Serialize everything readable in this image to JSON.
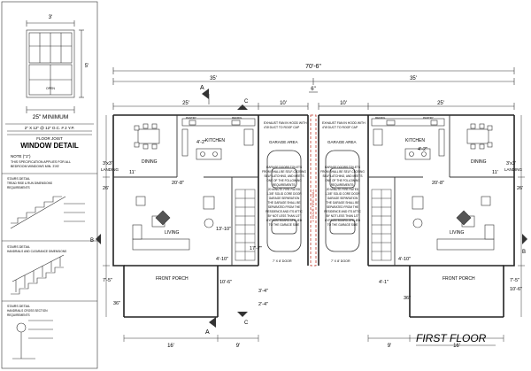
{
  "window_detail": {
    "width_dim": "3'",
    "height_dim": "5'",
    "open_label": "OPEN",
    "min_label": "25\" MINIMUM",
    "joist_note": "2\" X 12\" @ 12\" O.C. # 2 Y.P.",
    "joist_note2": "FLOOR JOIST",
    "title": "WINDOW DETAIL",
    "note_heading": "NOTE (\"1\")",
    "note_line1": "THIS SPECIFICATION APPLIES FOR ALL",
    "note_line2": "BEDROOM WINDOWS MIN. 3'X5'"
  },
  "stair_details": {
    "detail1_title": "STAIRS DETAIL",
    "detail1_sub": "TREAD RISE & RUN DIMENSIONS",
    "detail1_sub2": "REQUIREMENTS",
    "detail2_title": "STAIRS DETAIL",
    "detail2_sub": "HANDRAILS AND CLEARANCE DIMENSIONS",
    "detail3_title": "STAIRS DETAIL",
    "detail3_sub": "HANDRAILS CROSS SECTION",
    "detail3_sub2": "REQUIREMENTS"
  },
  "dimensions": {
    "overall": "70'-6\"",
    "left_width": "35'",
    "right_width": "35'",
    "center": "6\"",
    "left_dining": "25'",
    "right_dining": "25'",
    "left_garage": "10'",
    "right_garage": "10'",
    "kitchen_to_dining": "4'-2\"",
    "kitchen_to_dining_r": "4'-2\"",
    "landing_left": "3'x3'",
    "landing_left_label": "LANDING",
    "landing_right": "3'x3'",
    "landing_right_label": "LANDING",
    "dim_11_left": "11'",
    "dim_11_right": "11'",
    "dim_26_left": "26'",
    "dim_26_right": "26'",
    "dim_20_8": "20'-8\"",
    "dim_20_8_r": "20'-8\"",
    "dim_13_10": "13'-10\"",
    "dim_17_7": "17'-7\"",
    "dim_4_10": "4'-10\"",
    "dim_4_10_r": "4'-10\"",
    "dim_7_5": "7'-5\"",
    "dim_7_5_r": "7'-5\"",
    "dim_10_6": "10'-6\"",
    "dim_10_6_r": "10'-6\"",
    "dim_4_1": "4'-1\"",
    "dim_3_4": "3'-4\"",
    "dim_2_4": "2'-4\"",
    "dim_36": "36\"",
    "dim_36_r": "36\"",
    "bottom_left_16": "16'",
    "bottom_left_9": "9'",
    "bottom_right_9": "9'",
    "bottom_right_16": "16'"
  },
  "rooms": {
    "dining_left": "DINING",
    "dining_right": "DINING",
    "kitchen_left": "KITCHEN",
    "kitchen_right": "KITCHEN",
    "living_left": "LIVING",
    "living_right": "LIVING",
    "garage_left": "GARAGE AREA",
    "garage_right": "GARAGE AREA",
    "porch_left": "FRONT PORCH",
    "porch_right": "FRONT PORCH",
    "pantry_left": "PANTRY",
    "pantry_right": "PANTRY",
    "refrig_left": "REFRIG",
    "refrig_right": "REFRIG",
    "exhaust_left": "EXHAUST FAN IN HOOD WITH",
    "exhaust_left2": "4\"Ø DUCT TO ROOF CAP",
    "exhaust_right": "EXHAUST FAN IN HOOD WITH",
    "exhaust_right2": "4\"Ø DUCT TO ROOF CAP",
    "garage_door_left": "7' X 8' DOOR",
    "garage_door_right": "7' X 8' DOOR",
    "fire_wall": "2 HOUR FIRE WALL"
  },
  "garage_notes": {
    "left": [
      "GARAGE DOORS TOILETS",
      "FROM SHALL BE SELF-CLOSING",
      "SELF LATCHING, AND MEETS",
      "ONE OF THE FOLLOWING",
      "REQUIREMENTS:",
      "20 MINUTE FIRE RATED",
      "1-3/8\" SOLID CORE DOOR",
      "GARAGE SEPARATION",
      "THE GARAGE SHALL BE",
      "SEPARATED FROM THE",
      "RESIDENCE AND ITS ATTIC",
      "BY NOT LESS THAN 1/2\"",
      "GYPSUM BOARD APPLIED",
      "TO THE GARAGE SIDE"
    ],
    "right": [
      "GARAGE DOORS TOILETS",
      "FROM SHALL BE SELF-CLOSING",
      "SELF LATCHING, AND MEETS",
      "ONE OF THE FOLLOWING",
      "REQUIREMENTS:",
      "20 MINUTE FIRE RATED",
      "1-3/8\" SOLID CORE DOOR",
      "GARAGE SEPARATION",
      "THE GARAGE SHALL BE",
      "SEPARATED FROM THE",
      "RESIDENCE AND ITS ATTIC",
      "BY NOT LESS THAN 1/2\"",
      "GYPSUM BOARD APPLIED",
      "TO THE GARAGE SIDE"
    ]
  },
  "section_marks": {
    "a_top": "A",
    "a_bottom": "A",
    "b_left": "B",
    "b_right": "B",
    "c_top": "C",
    "c_bottom": "C"
  },
  "sheet_title": "FIRST FLOOR"
}
